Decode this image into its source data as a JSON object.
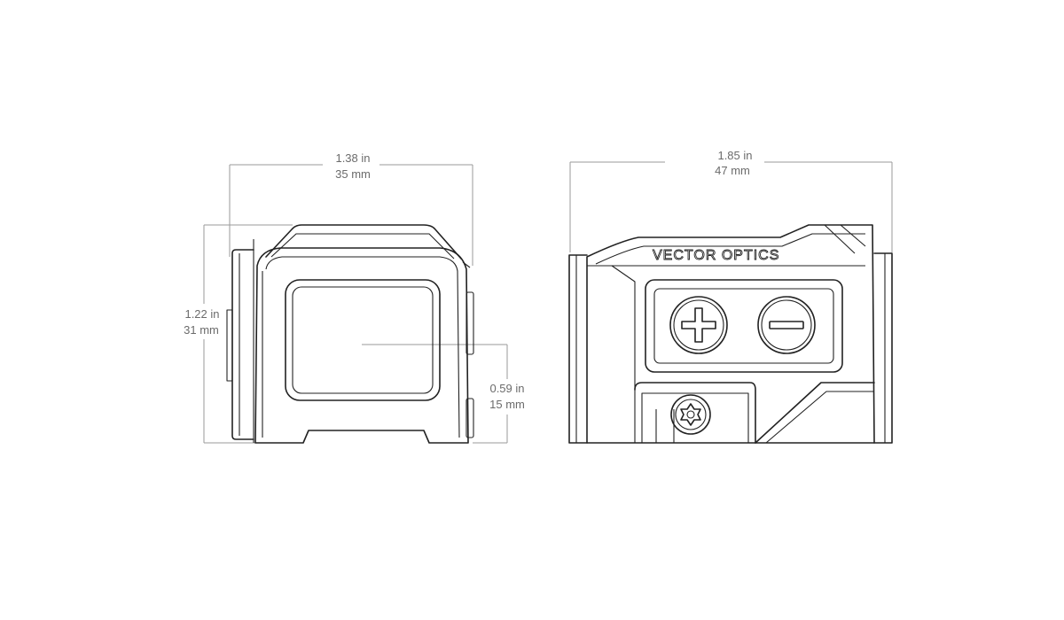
{
  "front_view": {
    "width_dimension": {
      "imperial": "1.38 in",
      "metric": "35 mm"
    },
    "height_dimension": {
      "imperial": "1.22  in",
      "metric": "31 mm"
    },
    "window_height_dimension": {
      "imperial": "0.59 in",
      "metric": "15 mm"
    }
  },
  "side_view": {
    "length_dimension": {
      "imperial": "1.85 in",
      "metric": "47 mm"
    },
    "brand_logo_text": "VECTOR OPTICS",
    "buttons": [
      "plus-button",
      "minus-button"
    ]
  },
  "colors": {
    "outline": "#222222",
    "dimension": "#9a9a9a",
    "text": "#6b6b6b",
    "background": "#ffffff"
  }
}
